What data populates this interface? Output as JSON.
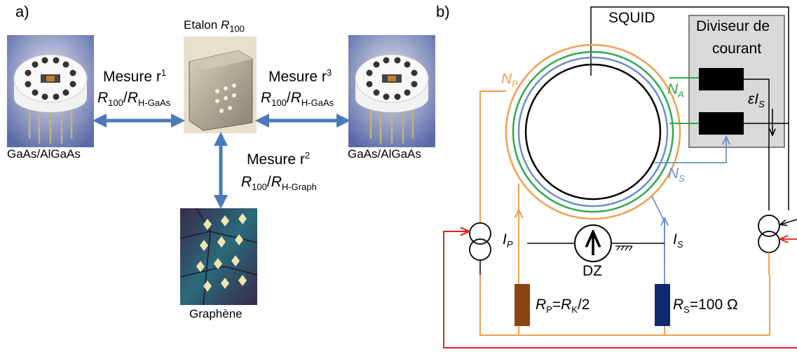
{
  "panel_a": {
    "label": "a)",
    "etalon_title": "Etalon ",
    "etalon_R": "R",
    "etalon_sub": "100",
    "left_sample_caption": "GaAs/AlGaAs",
    "right_sample_caption": "GaAs/AlGaAs",
    "graphene_caption": "Graphène",
    "m1": {
      "label": "Mesure r",
      "sup": "1",
      "R": "R",
      "num_sub": "100",
      "slash": "/",
      "R2": "R",
      "den_sub": "H-GaAs"
    },
    "m3": {
      "label": "Mesure r",
      "sup": "3",
      "R": "R",
      "num_sub": "100",
      "slash": "/",
      "R2": "R",
      "den_sub": "H-GaAs"
    },
    "m2": {
      "label": "Mesure r",
      "sup": "2",
      "R": "R",
      "num_sub": "100",
      "slash": "/",
      "R2": "R",
      "den_sub": "H-Graph"
    }
  },
  "panel_b": {
    "label": "b)",
    "squid": "SQUID",
    "divider_line1": "Diviseur de",
    "divider_line2": "courant",
    "NP": {
      "N": "N",
      "sub": "P"
    },
    "NA": {
      "N": "N",
      "sub": "A"
    },
    "NS": {
      "N": "N",
      "sub": "S"
    },
    "eps": {
      "e": "ε",
      "I": "I",
      "sub": "S"
    },
    "IP": {
      "I": "I",
      "sub": "P"
    },
    "IS": {
      "I": "I",
      "sub": "S"
    },
    "dz": "DZ",
    "RP": {
      "R": "R",
      "sub": "P",
      "eq": "=",
      "R2": "R",
      "sub2": "K",
      "rest": "/2"
    },
    "RS": {
      "R": "R",
      "sub": "S",
      "rest": "=100 Ω"
    }
  },
  "colors": {
    "arrow_blue": "#4a7ab8",
    "orange": "#f0a050",
    "green": "#2ea84a",
    "blue_wire": "#6a8fc6",
    "red": "#e02020",
    "rp_brown": "#8b4513",
    "rs_navy": "#0f2a6e",
    "divider_gray": "#d9d9d9"
  }
}
